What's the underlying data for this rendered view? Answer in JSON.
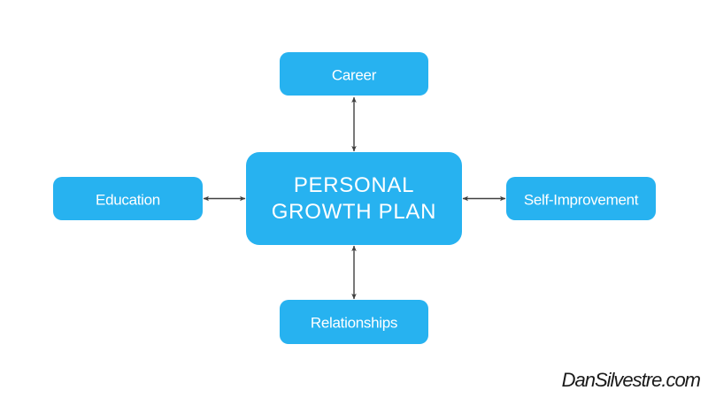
{
  "diagram": {
    "type": "mind-map",
    "background_color": "#ffffff",
    "node_fill_color": "#27B2F0",
    "node_text_color": "#ffffff",
    "connector_color": "#404040",
    "center_node": {
      "label": "PERSONAL GROWTH PLAN",
      "label_line1": "PERSONAL",
      "label_line2": "GROWTH PLAN"
    },
    "nodes": [
      {
        "id": "career",
        "label": "Career",
        "position": "top"
      },
      {
        "id": "education",
        "label": "Education",
        "position": "left"
      },
      {
        "id": "self-improvement",
        "label": "Self-Improvement",
        "position": "right"
      },
      {
        "id": "relationships",
        "label": "Relationships",
        "position": "bottom"
      }
    ],
    "connectors": [
      {
        "from": "personal-growth-plan",
        "to": "career",
        "style": "double-arrow"
      },
      {
        "from": "personal-growth-plan",
        "to": "education",
        "style": "double-arrow"
      },
      {
        "from": "personal-growth-plan",
        "to": "self-improvement",
        "style": "double-arrow"
      },
      {
        "from": "personal-growth-plan",
        "to": "relationships",
        "style": "double-arrow"
      }
    ]
  },
  "watermark": {
    "text": "DanSilvestre.com",
    "color": "#1a1a1a"
  }
}
